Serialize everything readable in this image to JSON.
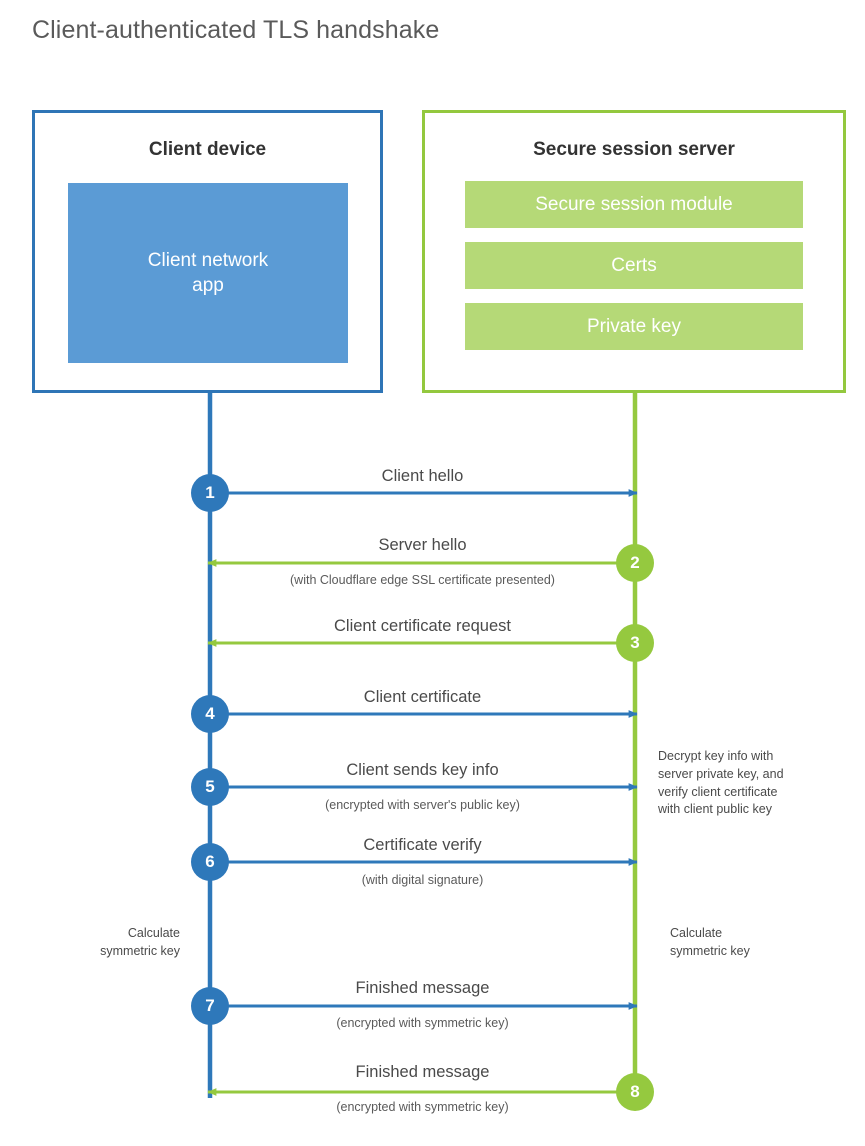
{
  "title": "Client-authenticated TLS handshake",
  "colors": {
    "client_border": "#2E75B6",
    "client_fill": "#5B9BD5",
    "server_border": "#93C83E",
    "server_fill": "#B5D977",
    "client_step": "#2E78BA",
    "server_step": "#95C93F",
    "text": "#4a4a4a"
  },
  "client": {
    "title": "Client device",
    "app_label": "Client network\napp",
    "app_label_line1": "Client network",
    "app_label_line2": "app"
  },
  "server": {
    "title": "Secure session server",
    "modules": [
      {
        "label": "Secure session module"
      },
      {
        "label": "Certs"
      },
      {
        "label": "Private key"
      }
    ]
  },
  "steps": [
    {
      "number": "1",
      "direction": "client-to-server",
      "actor": "client",
      "main": "Client hello",
      "sub": ""
    },
    {
      "number": "2",
      "direction": "server-to-client",
      "actor": "server",
      "main": "Server hello",
      "sub": "(with Cloudflare edge SSL certificate presented)"
    },
    {
      "number": "3",
      "direction": "server-to-client",
      "actor": "server",
      "main": "Client certificate request",
      "sub": ""
    },
    {
      "number": "4",
      "direction": "client-to-server",
      "actor": "client",
      "main": "Client certificate",
      "sub": ""
    },
    {
      "number": "5",
      "direction": "client-to-server",
      "actor": "client",
      "main": "Client sends key info",
      "sub": "(encrypted with server's public key)"
    },
    {
      "number": "6",
      "direction": "client-to-server",
      "actor": "client",
      "main": "Certificate verify",
      "sub": "(with digital signature)"
    },
    {
      "number": "7",
      "direction": "client-to-server",
      "actor": "client",
      "main": "Finished message",
      "sub": "(encrypted with symmetric key)"
    },
    {
      "number": "8",
      "direction": "server-to-client",
      "actor": "server",
      "main": "Finished message",
      "sub": "(encrypted with symmetric key)"
    }
  ],
  "annotations": {
    "server_decrypt": "Decrypt key info with\nserver private key, and\nverify client certificate\nwith client public key",
    "server_decrypt_lines": [
      "Decrypt key info with",
      "server private key, and",
      "verify client certificate",
      "with client public key"
    ],
    "client_calculate_lines": [
      "Calculate",
      "symmetric key"
    ],
    "server_calculate_lines": [
      "Calculate",
      "symmetric key"
    ]
  }
}
